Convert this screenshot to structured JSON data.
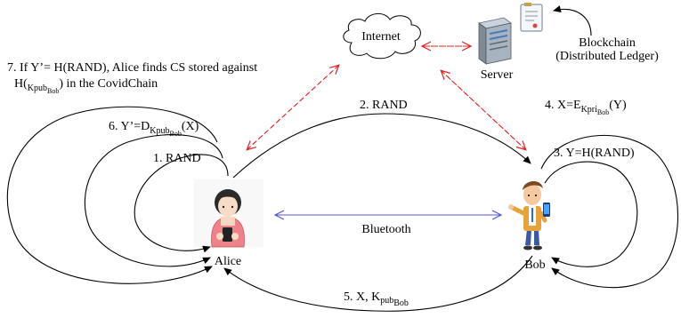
{
  "nodes": {
    "internet": "Internet",
    "server": "Server",
    "blockchain_line1": "Blockchain",
    "blockchain_line2": "(Distributed Ledger)",
    "alice": "Alice",
    "bob": "Bob",
    "bluetooth": "Bluetooth"
  },
  "steps": {
    "step1": "1. RAND",
    "step2": "2. RAND",
    "step3": "3. Y=H(RAND)",
    "step4": {
      "prefix": "4.  X=E",
      "sub": "K",
      "subsub": "pri",
      "subsub2": "Bob",
      "suffix": "(Y)"
    },
    "step5": {
      "prefix": "5. X,  K",
      "sub": "pub",
      "subsub": "Bob"
    },
    "step6": {
      "prefix": "6. Y’=D",
      "sub": "K",
      "subsub": "pub",
      "subsub2": "Bob",
      "suffix": "(X)"
    },
    "step7": {
      "line1": "7. If Y’= H(RAND), Alice finds CS stored against",
      "line2_prefix": "H(",
      "line2_sub": "K",
      "line2_subsub": "pub",
      "line2_subsub2": "Bob",
      "line2_suffix": ") in the CovidChain"
    }
  },
  "colors": {
    "red_dashed": "#e02020",
    "blue_dashed": "#5555cc",
    "black": "#000000"
  }
}
